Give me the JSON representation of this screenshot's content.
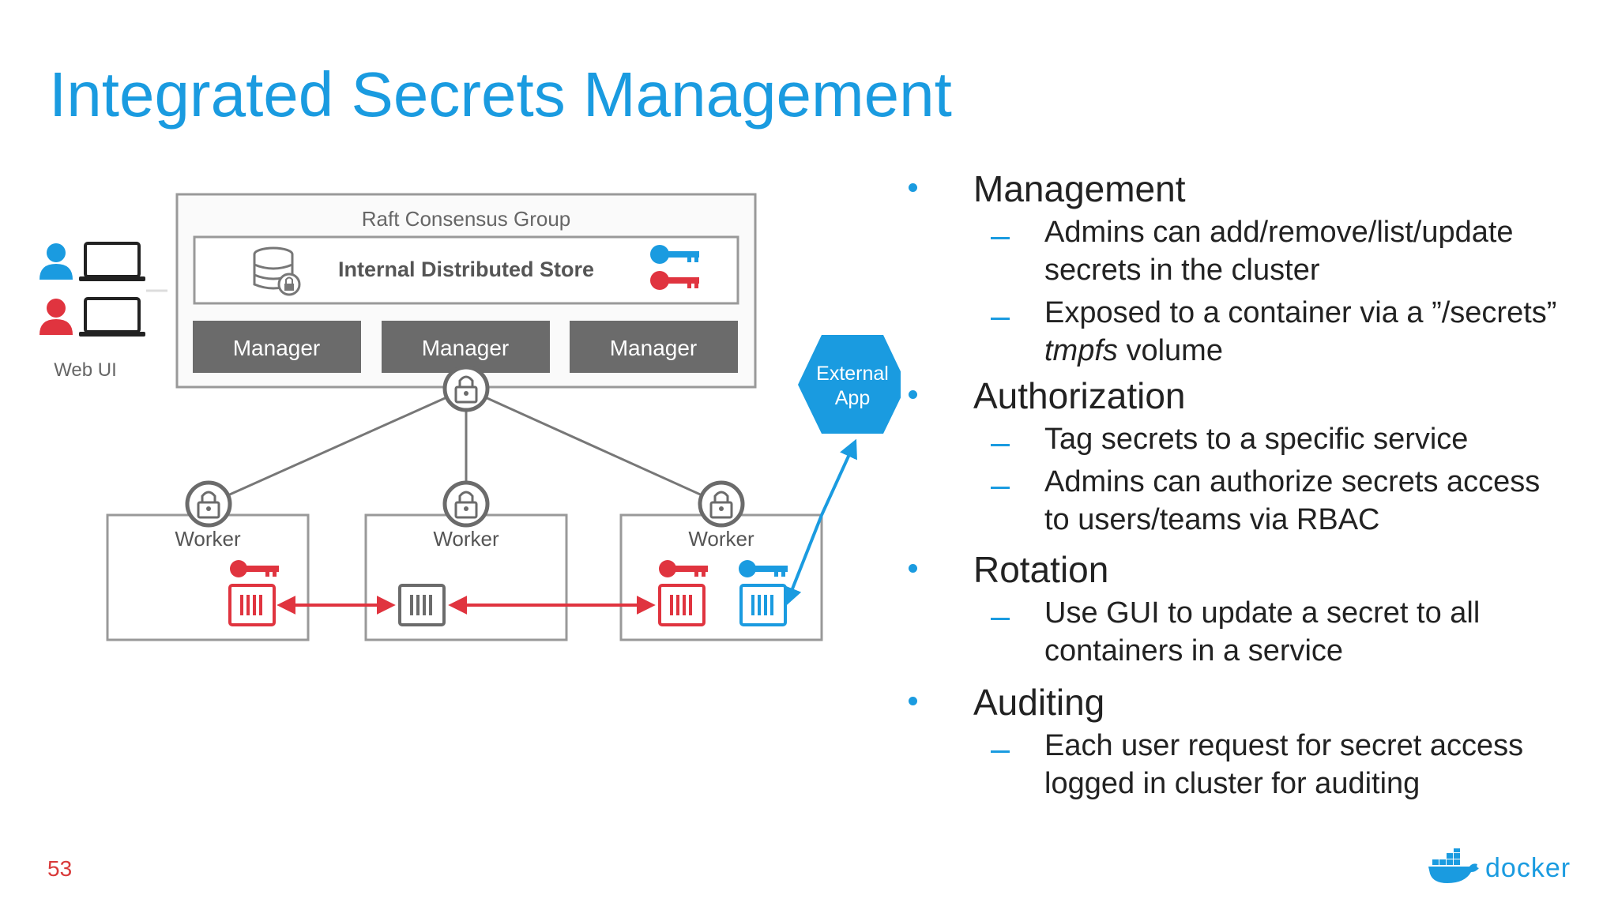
{
  "slide": {
    "title": "Integrated Secrets Management",
    "page_number": "53",
    "logo_text": "docker"
  },
  "diagram": {
    "web_ui_label": "Web UI",
    "raft_group_label": "Raft Consensus Group",
    "store_label": "Internal Distributed Store",
    "managers": [
      "Manager",
      "Manager",
      "Manager"
    ],
    "workers": [
      "Worker",
      "Worker",
      "Worker"
    ],
    "external_app": [
      "External",
      "App"
    ],
    "colors": {
      "blue": "#1a9be0",
      "red": "#e0343f",
      "gray": "#6b6b6b"
    }
  },
  "bullets": [
    {
      "heading": "Management",
      "sub": [
        {
          "lines": [
            "Admins can add/remove/list/update",
            "secrets in the cluster"
          ]
        },
        {
          "lines": [
            "Exposed to a container via a ”/secrets”"
          ],
          "line2_italic": "tmpfs",
          "line2_rest": " volume"
        }
      ]
    },
    {
      "heading": "Authorization",
      "sub": [
        {
          "lines": [
            "Tag secrets to a specific service"
          ]
        },
        {
          "lines": [
            "Admins can authorize secrets access",
            "to users/teams via RBAC"
          ]
        }
      ]
    },
    {
      "heading": "Rotation",
      "sub": [
        {
          "lines": [
            "Use GUI to update a secret to all",
            "containers in a service"
          ]
        }
      ]
    },
    {
      "heading": "Auditing",
      "sub": [
        {
          "lines": [
            "Each user request for secret access",
            "logged in cluster for auditing"
          ]
        }
      ]
    }
  ]
}
